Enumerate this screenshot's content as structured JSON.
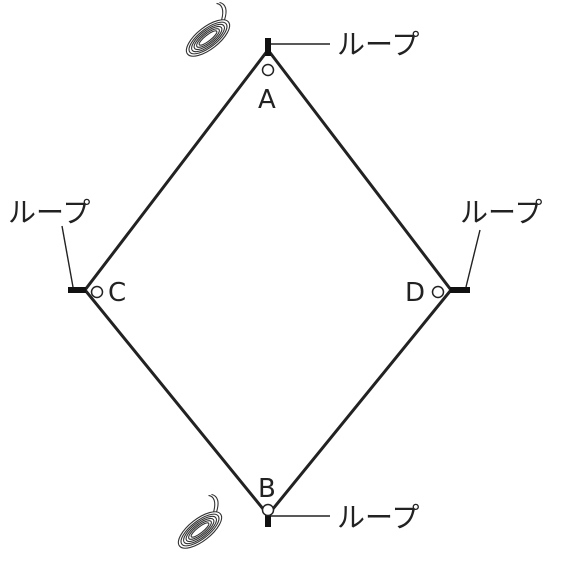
{
  "corners": {
    "a": "A",
    "b": "B",
    "c": "C",
    "d": "D"
  },
  "loops": {
    "top": "ループ",
    "left": "ループ",
    "right": "ループ",
    "bottom": "ループ"
  },
  "icons": {
    "coil_top": "rope-coil-icon",
    "coil_bottom": "rope-coil-icon"
  }
}
